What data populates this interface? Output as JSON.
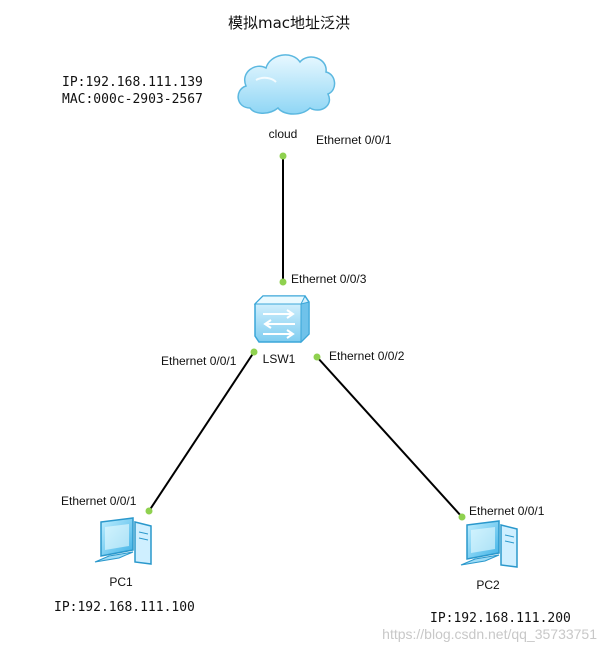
{
  "title": "模拟mac地址泛洪",
  "colors": {
    "link": "#000000",
    "port_dot": "#8fd14f",
    "device_blue": "#5fc8f0",
    "cloud_fill": "#bfe9fb"
  },
  "cloud": {
    "name": "cloud",
    "ip": "IP:192.168.111.139",
    "mac": "MAC:000c-2903-2567",
    "port": "Ethernet 0/0/1",
    "icon": "cloud-icon"
  },
  "switch": {
    "name": "LSW1",
    "port_up": "Ethernet 0/0/3",
    "port_left": "Ethernet 0/0/1",
    "port_right": "Ethernet 0/0/2",
    "icon": "switch-icon"
  },
  "pc1": {
    "name": "PC1",
    "port": "Ethernet 0/0/1",
    "ip": "IP:192.168.111.100",
    "icon": "pc-icon"
  },
  "pc2": {
    "name": "PC2",
    "port": "Ethernet 0/0/1",
    "ip": "IP:192.168.111.200",
    "icon": "pc-icon"
  },
  "watermark": "https://blog.csdn.net/qq_35733751"
}
